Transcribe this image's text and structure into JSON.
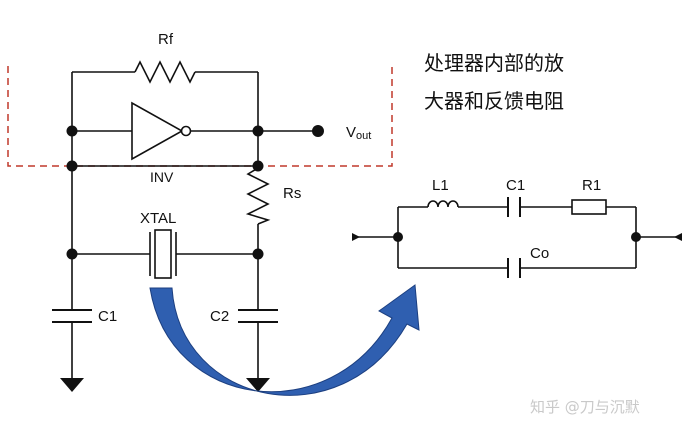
{
  "labels": {
    "rf": "Rf",
    "vout": "Vout",
    "inv": "INV",
    "rs": "Rs",
    "xtal": "XTAL",
    "c1_left": "C1",
    "c2": "C2",
    "l1": "L1",
    "c1_right": "C1",
    "r1": "R1",
    "co": "Co"
  },
  "annotation": {
    "line1": "处理器内部的放",
    "line2": "大器和反馈电阻"
  },
  "watermark": "知乎 @刀与沉默",
  "colors": {
    "wire": "#111111",
    "dashed_box": "#c0392b",
    "arrow_fill": "#2f5fb0",
    "arrow_edge": "#1c3f80"
  }
}
